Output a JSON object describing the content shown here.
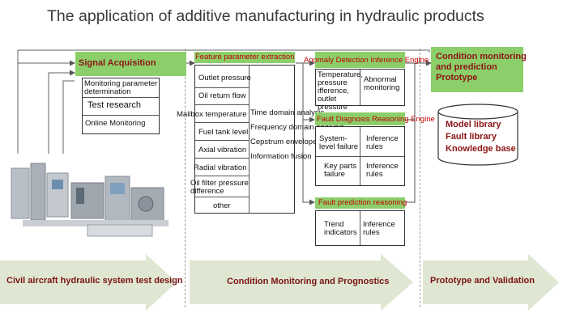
{
  "title": "The application of additive manufacturing in hydraulic products",
  "signal": {
    "header": "Signal Acquisition",
    "items": [
      "Monitoring parameter determination",
      "Test research",
      "Online Monitoring"
    ]
  },
  "feature": {
    "header": "Feature parameter extraction",
    "params": [
      "Outlet pressure",
      "Oil return flow",
      "Mailbox temperature",
      "Fuel tank level",
      "Axial vibration",
      "Radial vibration",
      "Oil filter pressure difference",
      "other"
    ],
    "methods": [
      "Time domain analysis",
      "Frequency domain analysis",
      "Cepstrum envelope",
      "Information fusion"
    ]
  },
  "anomaly": {
    "header": "Anomaly Detection Inference Engine",
    "left": "Temperature, pressure ifference, outlet pressure",
    "right": "Abnormal monitoring"
  },
  "fault_diag": {
    "header": "Fault Diagnosis Reasoning Engine",
    "rows": [
      {
        "left": "System-level failure",
        "right": "Inference rules"
      },
      {
        "left": "Key parts failure",
        "right": "Inference rules"
      }
    ]
  },
  "fault_pred": {
    "header": "Fault prediction reasoning",
    "left": "Trend indicators",
    "right": "Inference rules"
  },
  "condition": {
    "header": "Condition monitoring and prediction Prototype",
    "db": [
      "Model library",
      "Fault library",
      "Knowledge base"
    ]
  },
  "stages": [
    "Civil aircraft hydraulic system test design",
    "Condition Monitoring and Prognostics",
    "Prototype and Validation"
  ],
  "colors": {
    "green": "#8ccf6a",
    "red": "#c00000",
    "darkred": "#8b1414",
    "arrow": "#dfe6d2"
  }
}
